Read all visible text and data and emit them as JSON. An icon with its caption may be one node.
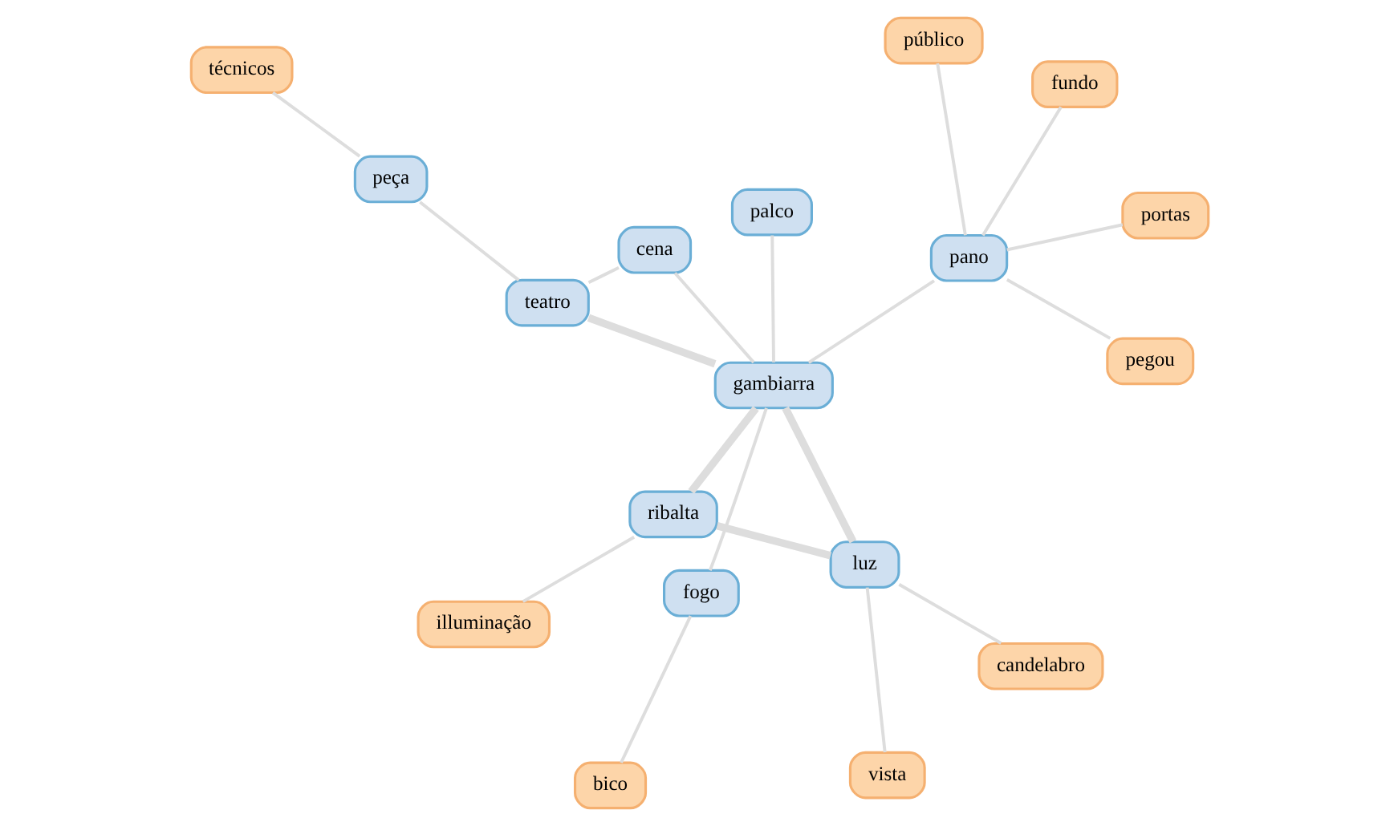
{
  "diagram": {
    "nodes": [
      {
        "text": [
          "gambiarra"
        ]
      },
      {
        "text": [
          "luz"
        ]
      },
      {
        "text": [
          "ribalta"
        ]
      },
      {
        "text": [
          "teatro"
        ]
      },
      {
        "text": [
          "palco"
        ]
      },
      {
        "text": [
          "pano"
        ]
      },
      {
        "text": [
          "fogo"
        ]
      },
      {
        "text": [
          "cena"
        ]
      },
      {
        "text": [
          "peça"
        ]
      },
      {
        "text": [
          "candelabro"
        ]
      },
      {
        "text": [
          "vista"
        ]
      },
      {
        "text": [
          "illuminação"
        ]
      },
      {
        "text": [
          "portas"
        ]
      },
      {
        "text": [
          "fundo"
        ]
      },
      {
        "text": [
          "público"
        ]
      },
      {
        "text": [
          "pegou"
        ]
      },
      {
        "text": [
          "bico"
        ]
      },
      {
        "text": [
          "técnicos"
        ]
      }
    ],
    "edges": [
      {
        "from": 0,
        "to": 1,
        "arrow": "none",
        "style": "thick"
      },
      {
        "from": 0,
        "to": 2,
        "arrow": "none",
        "style": "thick"
      },
      {
        "from": 0,
        "to": 3,
        "arrow": "none",
        "style": "thick"
      },
      {
        "from": 0,
        "to": 4,
        "arrow": "none"
      },
      {
        "from": 0,
        "to": 5,
        "arrow": "none"
      },
      {
        "from": 0,
        "to": 6,
        "arrow": "none"
      },
      {
        "from": 0,
        "to": 7,
        "arrow": "none"
      },
      {
        "from": 1,
        "to": 2,
        "arrow": "none",
        "style": "thick"
      },
      {
        "from": 1,
        "to": 9,
        "arrow": "none"
      },
      {
        "from": 1,
        "to": 10,
        "arrow": "none"
      },
      {
        "from": 2,
        "to": 11,
        "arrow": "none"
      },
      {
        "from": 3,
        "to": 8,
        "arrow": "none"
      },
      {
        "from": 3,
        "to": 7,
        "arrow": "none"
      },
      {
        "from": 8,
        "to": 17,
        "arrow": "none"
      },
      {
        "from": 5,
        "to": 12,
        "arrow": "none"
      },
      {
        "from": 5,
        "to": 13,
        "arrow": "none"
      },
      {
        "from": 5,
        "to": 14,
        "arrow": "none"
      },
      {
        "from": 5,
        "to": 15,
        "arrow": "none"
      },
      {
        "from": 6,
        "to": 16,
        "arrow": "none"
      }
    ]
  }
}
